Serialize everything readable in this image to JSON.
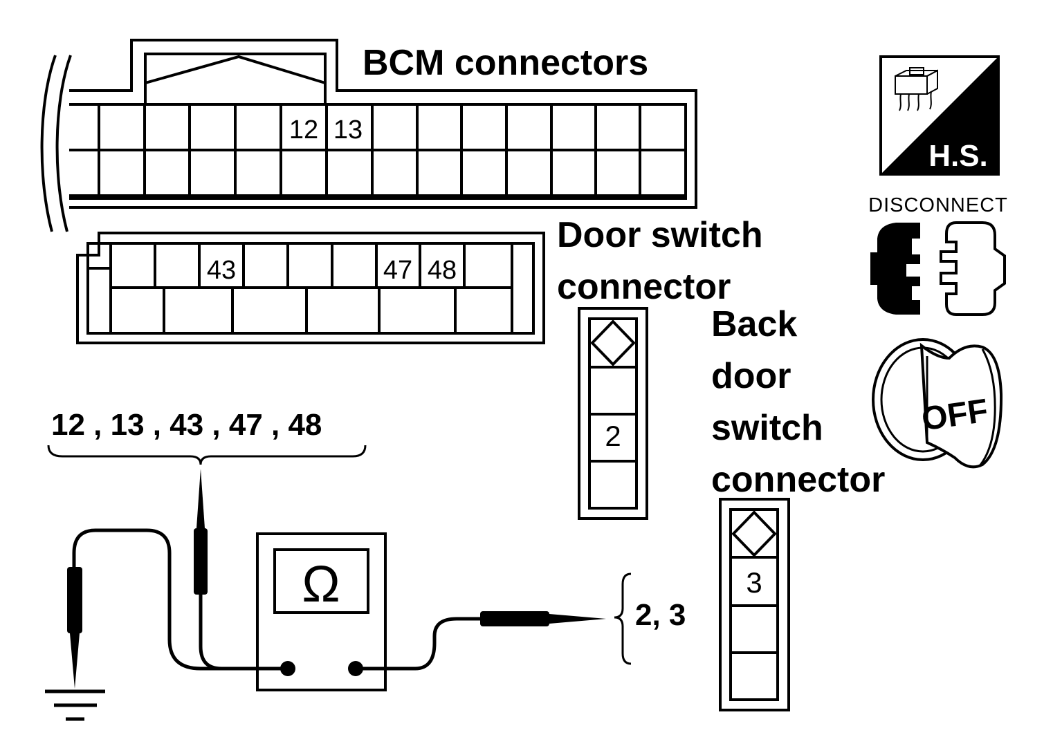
{
  "labels": {
    "bcm_connectors": "BCM connectors",
    "door_switch_line1": "Door switch",
    "door_switch_line2": "connector",
    "back_door_line1": "Back",
    "back_door_line2": "door",
    "back_door_line3": "switch",
    "back_door_line4": "connector",
    "pin_list": "12 , 13 , 43 , 47 , 48",
    "switch_pins": "2, 3",
    "ohm_symbol": "Ω",
    "hs_badge": "H.S.",
    "disconnect": "DISCONNECT",
    "ignition_off": "OFF"
  },
  "bcm_upper_pins": [
    "12",
    "13"
  ],
  "bcm_lower_pins": [
    "43",
    "47",
    "48"
  ],
  "door_switch_pin": "2",
  "back_door_switch_pin": "3",
  "icons": [
    "hand-held-connector-icon",
    "disconnect-connector-icon",
    "ignition-off-icon",
    "ground-icon",
    "ohmmeter-icon"
  ]
}
